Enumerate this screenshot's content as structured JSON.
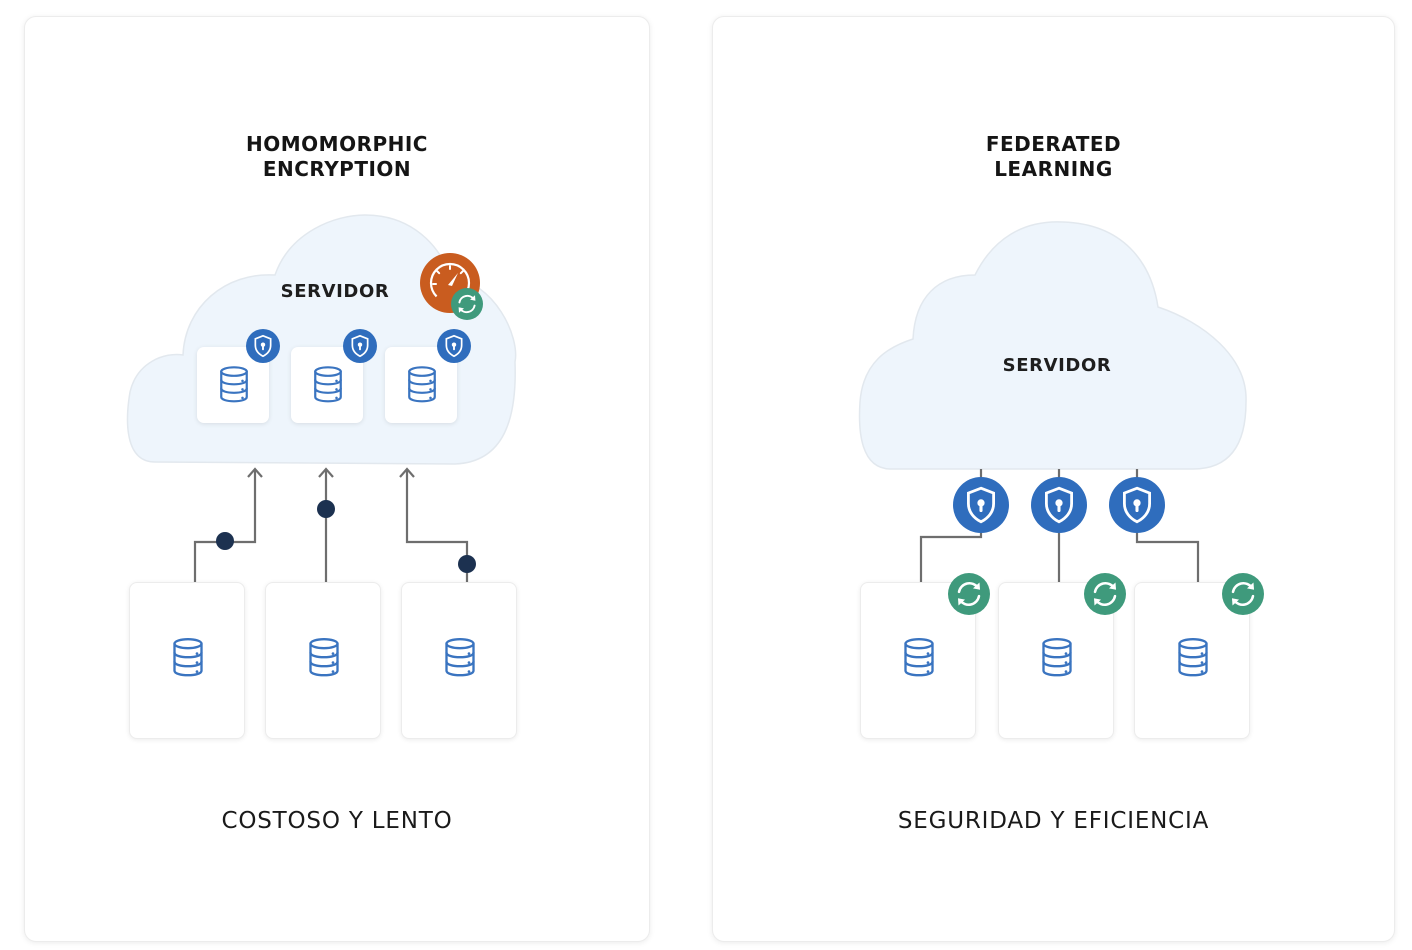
{
  "colors": {
    "shield_blue": "#2f6dbd",
    "sync_green": "#3f9a7c",
    "gauge_orange": "#c95c1f",
    "dot_navy": "#1c3150",
    "line_gray": "#6e6e6e",
    "cloud_fill": "#eef5fc",
    "db_stroke": "#3a74c0"
  },
  "left_panel": {
    "title_line1": "HOMOMORPHIC",
    "title_line2": "ENCRYPTION",
    "server_label": "SERVIDOR",
    "server_db_count": 3,
    "client_count": 3,
    "caption": "COSTOSO Y LENTO",
    "icons": [
      "gauge-icon",
      "sync-icon",
      "shield-lock-icon",
      "database-icon",
      "arrow-up-icon"
    ]
  },
  "right_panel": {
    "title_line1": "FEDERATED",
    "title_line2": "LEARNING",
    "server_label": "SERVIDOR",
    "client_count": 3,
    "caption": "SEGURIDAD Y EFICIENCIA",
    "icons": [
      "shield-lock-icon",
      "sync-icon",
      "database-icon"
    ]
  }
}
